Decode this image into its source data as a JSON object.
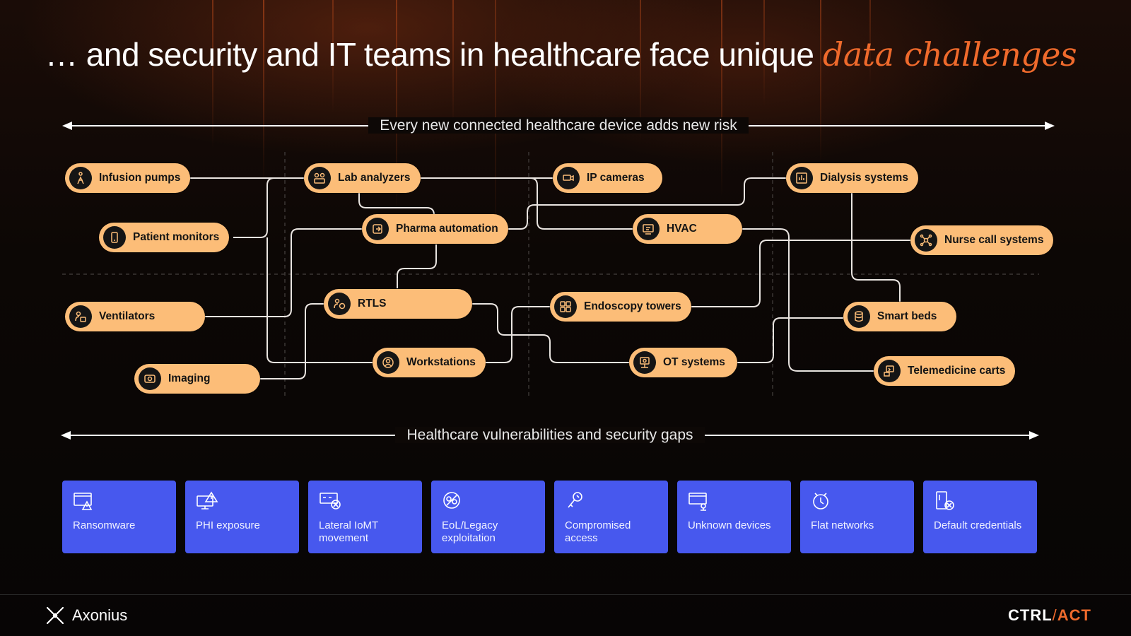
{
  "title": {
    "main": "… and security and IT teams in healthcare face unique",
    "accent": "data challenges",
    "accent_color": "#ef6a2c"
  },
  "top_axis": {
    "label": "Every new connected healthcare device adds new risk"
  },
  "bottom_axis": {
    "label": "Healthcare vulnerabilities and security gaps"
  },
  "devices": [
    {
      "label": "Infusion pumps",
      "icon": "infusion-pump-icon"
    },
    {
      "label": "Patient monitors",
      "icon": "monitor-icon"
    },
    {
      "label": "Ventilators",
      "icon": "ventilator-icon"
    },
    {
      "label": "Imaging",
      "icon": "imaging-icon"
    },
    {
      "label": "Lab analyzers",
      "icon": "lab-analyzer-icon"
    },
    {
      "label": "Pharma automation",
      "icon": "pharma-icon"
    },
    {
      "label": "RTLS",
      "icon": "location-tracking-icon"
    },
    {
      "label": "Workstations",
      "icon": "workstation-icon"
    },
    {
      "label": "IP cameras",
      "icon": "camera-icon"
    },
    {
      "label": "HVAC",
      "icon": "hvac-icon"
    },
    {
      "label": "Endoscopy towers",
      "icon": "endoscopy-icon"
    },
    {
      "label": "OT systems",
      "icon": "ot-system-icon"
    },
    {
      "label": "Dialysis systems",
      "icon": "dialysis-icon"
    },
    {
      "label": "Nurse call systems",
      "icon": "nurse-call-icon"
    },
    {
      "label": "Smart beds",
      "icon": "database-icon"
    },
    {
      "label": "Telemedicine carts",
      "icon": "telemedicine-icon"
    }
  ],
  "gaps": [
    {
      "label": "Ransomware",
      "icon": "ransomware-icon"
    },
    {
      "label": "PHI exposure",
      "icon": "phi-exposure-icon"
    },
    {
      "label": "Lateral IoMT movement",
      "icon": "lateral-movement-icon"
    },
    {
      "label": "EoL/Legacy exploitation",
      "icon": "legacy-icon"
    },
    {
      "label": "Compromised access",
      "icon": "compromised-access-icon"
    },
    {
      "label": "Unknown devices",
      "icon": "unknown-devices-icon"
    },
    {
      "label": "Flat networks",
      "icon": "flat-network-icon"
    },
    {
      "label": "Default credentials",
      "icon": "default-credentials-icon"
    }
  ],
  "colors": {
    "pill": "#fcbd78",
    "card": "#4758ee",
    "background": "#0b0706"
  },
  "footer": {
    "brand": "Axonius",
    "event_left": "CTRL",
    "event_slash": "/",
    "event_right": "ACT"
  }
}
